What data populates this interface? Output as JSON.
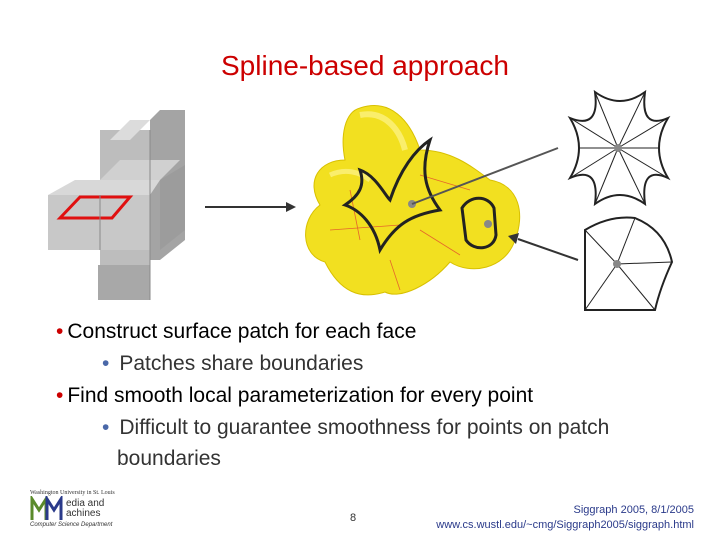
{
  "slide": {
    "title": "Spline-based approach",
    "bullets": [
      {
        "level": 1,
        "text": "Construct surface patch for each face"
      },
      {
        "level": 2,
        "text": "Patches share boundaries"
      },
      {
        "level": 1,
        "text": "Find smooth local parameterization for every point"
      },
      {
        "level": 2,
        "text": "Difficult to guarantee smoothness for points on patch boundaries"
      }
    ],
    "page_number": "8",
    "footer_line1": "Siggraph 2005, 8/1/2005",
    "footer_line2": "www.cs.wustl.edu/~cmg/Siggraph2005/siggraph.html",
    "bullet_symbol": "•"
  },
  "logo": {
    "top_text": "Washington University in St. Louis",
    "word1": "edia and",
    "word2": "achines",
    "bottom_text": "Computer Science Department",
    "mark": "MM"
  },
  "colors": {
    "title": "#cc0000",
    "surface": "#f2e020",
    "cube": "#b8b8b8",
    "patch_outline": "#222222"
  }
}
